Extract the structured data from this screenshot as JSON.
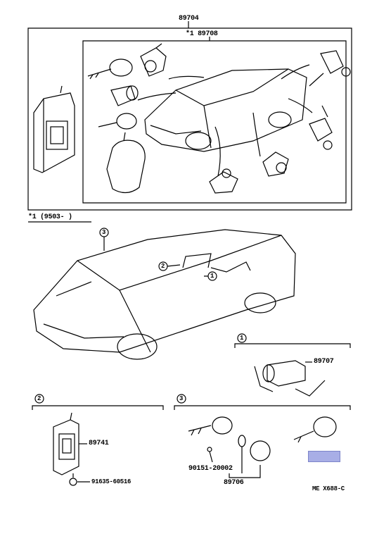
{
  "labels": {
    "top_part": "89704",
    "inner_part": "*1 89708",
    "note": "*1 (9503-      )",
    "part_89707": "89707",
    "part_89741": "89741",
    "bolt": "91635-60516",
    "key_part": "90151-20002",
    "set_part": "89706",
    "code": "ME X688-C"
  },
  "callouts": [
    "1",
    "2",
    "3"
  ],
  "colors": {
    "highlight": "#a8aee6",
    "line": "#000000"
  },
  "icons": [
    "ecu-module-icon",
    "key-icon",
    "lock-cylinder-icon",
    "car-icon",
    "key-fob-icon",
    "sensor-icon",
    "bolt-icon",
    "seal-ring-icon",
    "cover-icon"
  ]
}
